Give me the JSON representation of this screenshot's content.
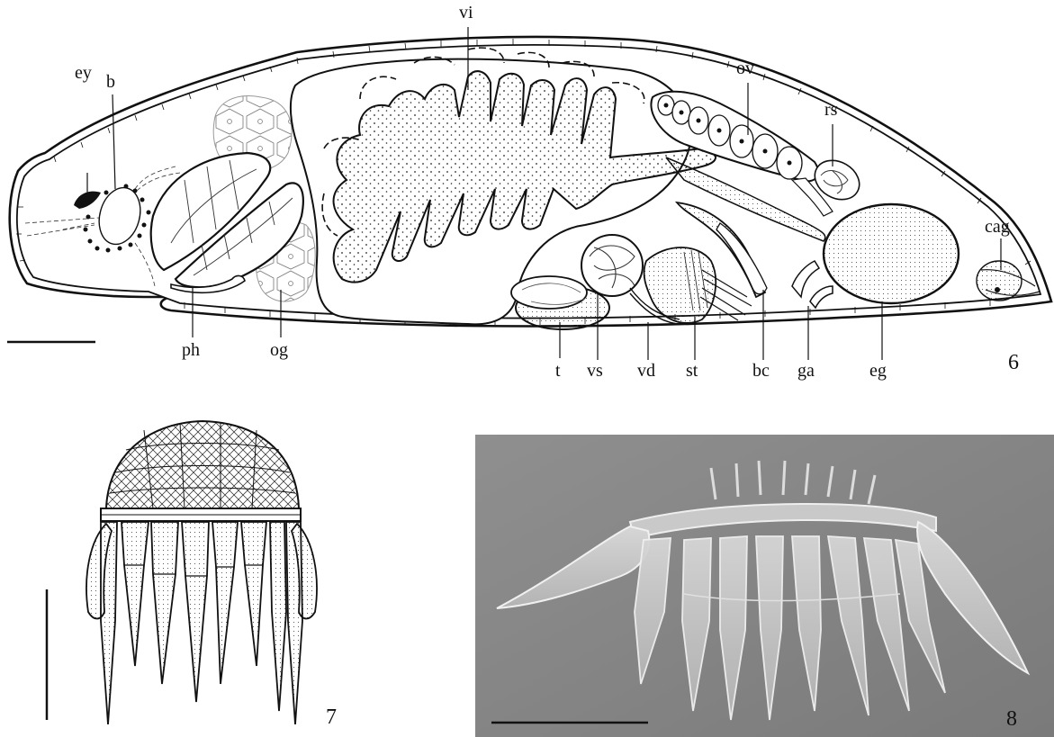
{
  "figure6": {
    "labels": {
      "ey": "ey",
      "b": "b",
      "vi": "vi",
      "ov": "ov",
      "rs": "rs",
      "cag": "cag",
      "ph": "ph",
      "og": "og",
      "t": "t",
      "vs": "vs",
      "vd": "vd",
      "st": "st",
      "bc": "bc",
      "ga": "ga",
      "eg": "eg"
    },
    "number": "6"
  },
  "figure7": {
    "number": "7"
  },
  "figure8": {
    "number": "8"
  }
}
